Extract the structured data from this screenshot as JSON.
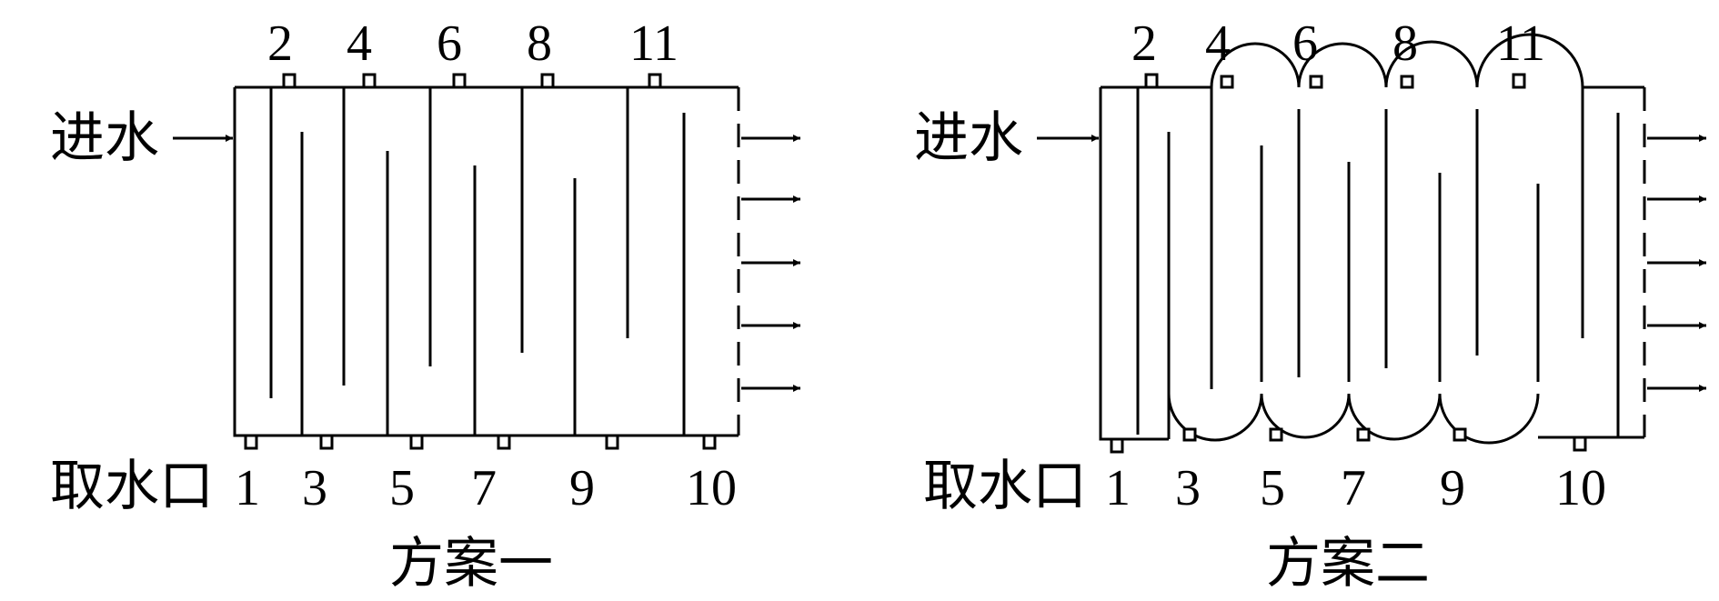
{
  "labels": {
    "inlet": "进水",
    "intake": "取水口",
    "scheme1": "方案一",
    "scheme2": "方案二"
  },
  "scheme1": {
    "top_numbers": [
      "2",
      "4",
      "6",
      "8",
      "11"
    ],
    "bottom_numbers": [
      "1",
      "3",
      "5",
      "7",
      "9",
      "10"
    ]
  },
  "scheme2": {
    "top_numbers": [
      "2",
      "4",
      "6",
      "8",
      "11"
    ],
    "bottom_numbers": [
      "1",
      "3",
      "5",
      "7",
      "9",
      "10"
    ]
  }
}
